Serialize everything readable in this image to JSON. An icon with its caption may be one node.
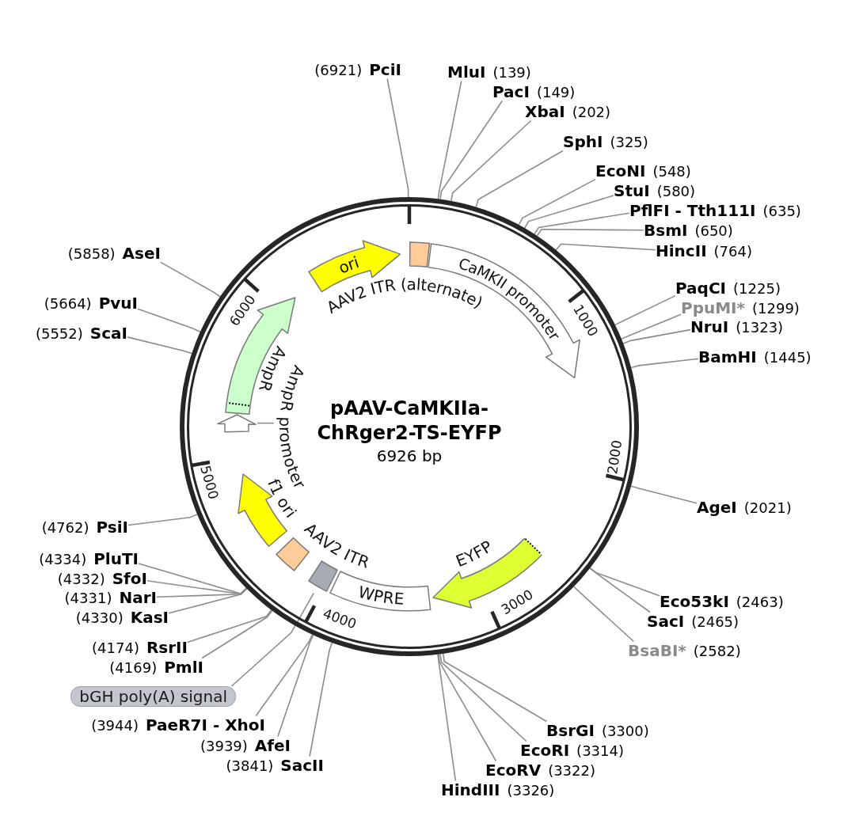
{
  "diagram": {
    "title": "pAAV-CaMKIIa-ChRger2-TS-EYFP",
    "nodes": [
      {
        "text": [
          "(6921)",
          "PciI"
        ]
      },
      {
        "text": [
          "MluI",
          "(139)"
        ]
      },
      {
        "text": [
          "PacI",
          "(149)"
        ]
      },
      {
        "text": [
          "XbaI",
          "(202)"
        ]
      },
      {
        "text": [
          "SphI",
          "(325)"
        ]
      },
      {
        "text": [
          "EcoNI",
          "(548)"
        ]
      },
      {
        "text": [
          "StuI",
          "(580)"
        ]
      },
      {
        "text": [
          "PflFI - Tth111I",
          "(635)"
        ]
      },
      {
        "text": [
          "BsmI",
          "(650)"
        ]
      },
      {
        "text": [
          "HincII",
          "(764)"
        ]
      },
      {
        "text": [
          "PaqCI",
          "(1225)"
        ]
      },
      {
        "text": [
          "PpuMI*",
          "(1299)"
        ]
      },
      {
        "text": [
          "NruI",
          "(1323)"
        ]
      },
      {
        "text": [
          "BamHI",
          "(1445)"
        ]
      },
      {
        "text": [
          "AgeI",
          "(2021)"
        ]
      },
      {
        "text": [
          "Eco53kI",
          "(2463)"
        ]
      },
      {
        "text": [
          "SacI",
          "(2465)"
        ]
      },
      {
        "text": [
          "BsaBI*",
          "(2582)"
        ]
      },
      {
        "text": [
          "BsrGI",
          "(3300)"
        ]
      },
      {
        "text": [
          "EcoRI",
          "(3314)"
        ]
      },
      {
        "text": [
          "EcoRV",
          "(3322)"
        ]
      },
      {
        "text": [
          "HindIII",
          "(3326)"
        ]
      },
      {
        "text": [
          "(3841)",
          "SacII"
        ]
      },
      {
        "text": [
          "(3939)",
          "AfeI"
        ]
      },
      {
        "text": [
          "(3944)",
          "PaeR7I - XhoI"
        ]
      },
      {
        "text": [
          "bGH poly(A) signal"
        ]
      },
      {
        "text": [
          "(4169)",
          "PmlI"
        ]
      },
      {
        "text": [
          "(4174)",
          "RsrII"
        ]
      },
      {
        "text": [
          "(4330)",
          "KasI"
        ]
      },
      {
        "text": [
          "(4331)",
          "NarI"
        ]
      },
      {
        "text": [
          "(4332)",
          "SfoI"
        ]
      },
      {
        "text": [
          "(4334)",
          "PluTI"
        ]
      },
      {
        "text": [
          "(4762)",
          "PsiI"
        ]
      },
      {
        "text": [
          "(5552)",
          "ScaI"
        ]
      },
      {
        "text": [
          "(5664)",
          "PvuI"
        ]
      },
      {
        "text": [
          "(5858)",
          "AseI"
        ]
      },
      {
        "text": [
          "AAV2 ITR (alternate)"
        ]
      },
      {
        "text": [
          "CaMKII promoter"
        ]
      },
      {
        "text": [
          "EYFP"
        ]
      },
      {
        "text": [
          "WPRE"
        ]
      },
      {
        "text": [],
        "shape": "box"
      },
      {
        "text": [
          "AAV2 ITR"
        ]
      },
      {
        "text": [
          "f1 ori"
        ]
      },
      {
        "text": [],
        "shape": "arrow"
      },
      {
        "text": [
          "AmpR promoter"
        ]
      },
      {
        "text": [
          "AmpR"
        ]
      },
      {
        "text": [
          "ori"
        ]
      }
    ],
    "edges": [
      {
        "from": 0,
        "to": null,
        "arrow": "none"
      },
      {
        "from": 1,
        "to": null,
        "arrow": "none"
      },
      {
        "from": 2,
        "to": null,
        "arrow": "none"
      },
      {
        "from": 3,
        "to": null,
        "arrow": "none"
      },
      {
        "from": 4,
        "to": null,
        "arrow": "none"
      },
      {
        "from": 5,
        "to": null,
        "arrow": "none"
      },
      {
        "from": 6,
        "to": null,
        "arrow": "none"
      },
      {
        "from": 7,
        "to": null,
        "arrow": "none"
      },
      {
        "from": 8,
        "to": null,
        "arrow": "none"
      },
      {
        "from": 9,
        "to": null,
        "arrow": "none"
      },
      {
        "from": 10,
        "to": null,
        "arrow": "none"
      },
      {
        "from": 11,
        "to": null,
        "arrow": "none"
      },
      {
        "from": 12,
        "to": null,
        "arrow": "none"
      },
      {
        "from": 13,
        "to": null,
        "arrow": "none"
      },
      {
        "from": 14,
        "to": null,
        "arrow": "none"
      },
      {
        "from": 15,
        "to": null,
        "arrow": "none"
      },
      {
        "from": 16,
        "to": null,
        "arrow": "none"
      },
      {
        "from": 17,
        "to": null,
        "arrow": "none"
      },
      {
        "from": 18,
        "to": null,
        "arrow": "none"
      },
      {
        "from": 19,
        "to": null,
        "arrow": "none"
      },
      {
        "from": 20,
        "to": null,
        "arrow": "none"
      },
      {
        "from": 21,
        "to": null,
        "arrow": "none"
      },
      {
        "from": 22,
        "to": null,
        "arrow": "none"
      },
      {
        "from": 23,
        "to": null,
        "arrow": "none"
      },
      {
        "from": 24,
        "to": null,
        "arrow": "none"
      },
      {
        "from": 25,
        "to": 40,
        "arrow": "none"
      },
      {
        "from": 26,
        "to": null,
        "arrow": "none"
      },
      {
        "from": 27,
        "to": null,
        "arrow": "none"
      },
      {
        "from": 28,
        "to": null,
        "arrow": "none"
      },
      {
        "from": 29,
        "to": null,
        "arrow": "none"
      },
      {
        "from": 30,
        "to": null,
        "arrow": "none"
      },
      {
        "from": 31,
        "to": null,
        "arrow": "none"
      },
      {
        "from": 32,
        "to": null,
        "arrow": "none"
      },
      {
        "from": 33,
        "to": null,
        "arrow": "none"
      },
      {
        "from": 34,
        "to": null,
        "arrow": "none"
      },
      {
        "from": 35,
        "to": null,
        "arrow": "none"
      },
      {
        "from": 44,
        "to": 43,
        "arrow": "none"
      }
    ],
    "labels": [
      "6926 bp",
      "1000",
      "2000",
      "3000",
      "4000",
      "5000",
      "6000"
    ]
  }
}
